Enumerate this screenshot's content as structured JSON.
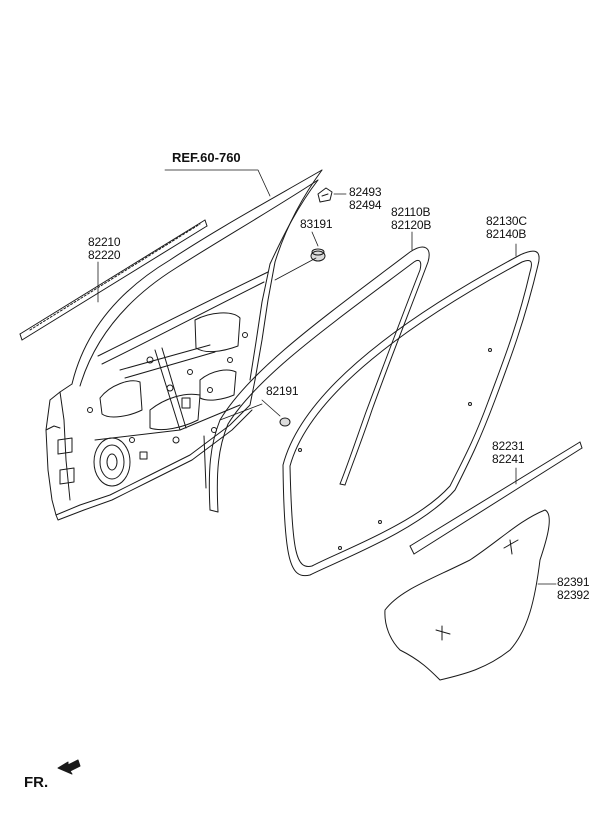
{
  "diagram": {
    "reference": "REF.60-760",
    "direction_marker": "FR.",
    "parts": [
      {
        "id": "outer_belt_molding",
        "codes": [
          "82210",
          "82220"
        ]
      },
      {
        "id": "clip_pair",
        "codes": [
          "82493",
          "82494"
        ]
      },
      {
        "id": "plug_upper",
        "codes": [
          "83191"
        ]
      },
      {
        "id": "door_weatherstrip",
        "codes": [
          "82110B",
          "82120B"
        ]
      },
      {
        "id": "body_side_weatherstrip",
        "codes": [
          "82130C",
          "82140B"
        ]
      },
      {
        "id": "plug_lower",
        "codes": [
          "82191"
        ]
      },
      {
        "id": "inner_belt_weatherstrip",
        "codes": [
          "82231",
          "82241"
        ]
      },
      {
        "id": "door_trim_seal",
        "codes": [
          "82391",
          "82392"
        ]
      }
    ]
  }
}
